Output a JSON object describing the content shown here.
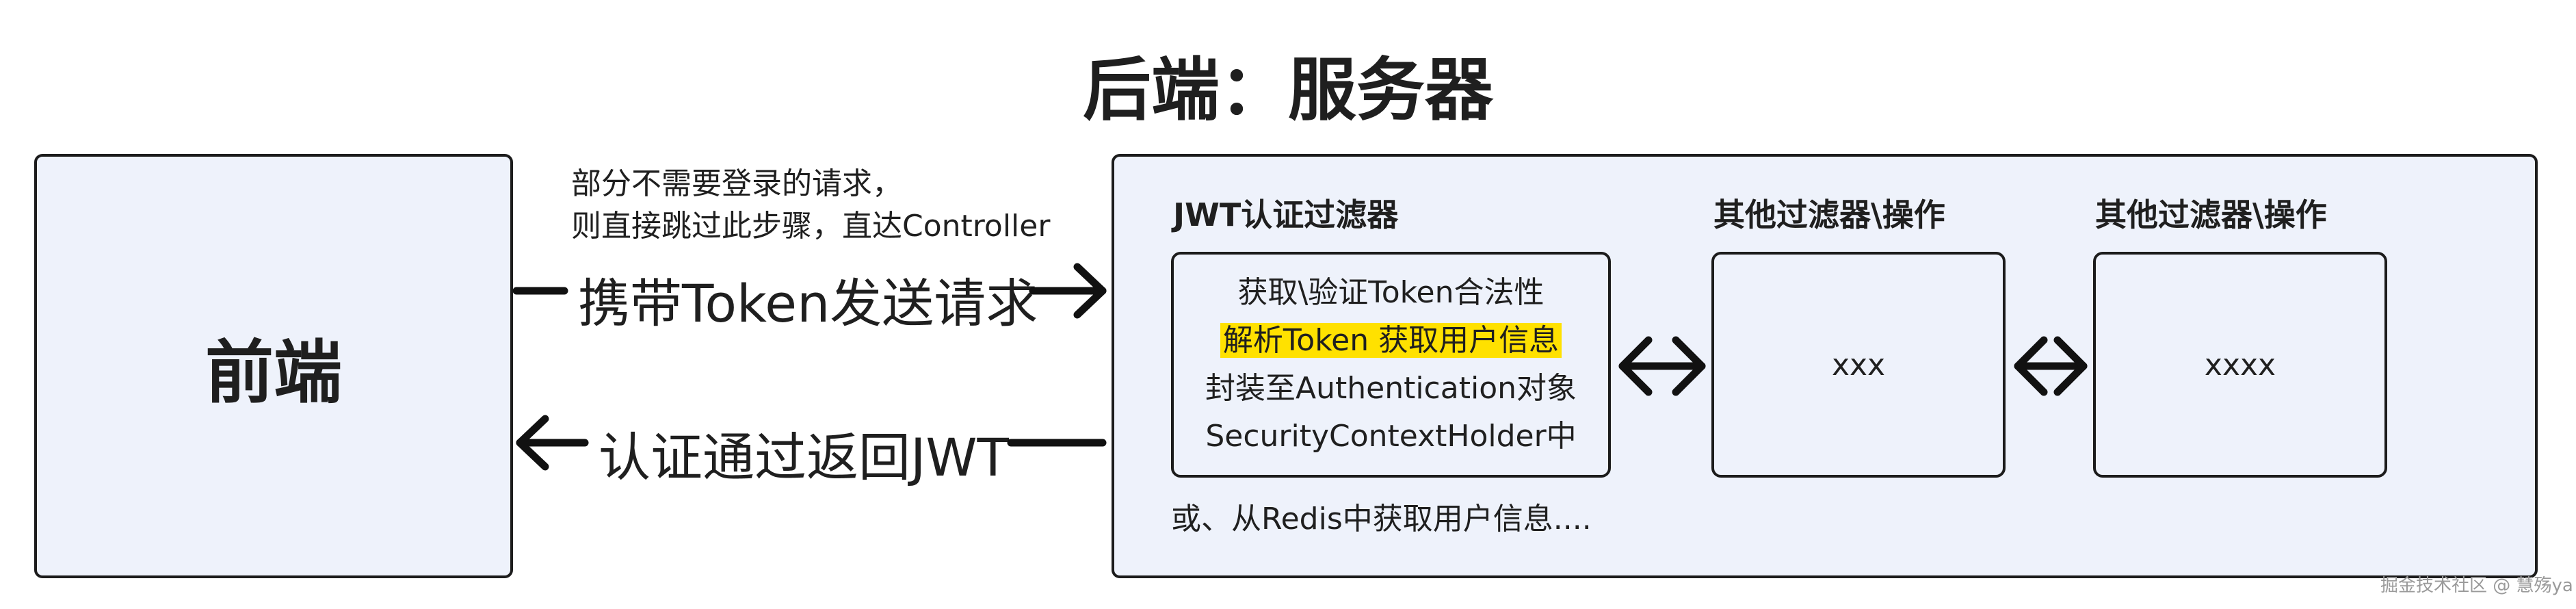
{
  "title": "后端：服务器",
  "frontend": {
    "label": "前端"
  },
  "note": {
    "line1": "部分不需要登录的请求，",
    "line2": "则直接跳过此步骤，直达Controller"
  },
  "arrows": {
    "request_label": "携带Token发送请求",
    "response_label": "认证通过返回JWT"
  },
  "jwt_filter": {
    "title": "JWT认证过滤器",
    "lines": [
      "获取\\验证Token合法性",
      "解析Token 获取用户信息",
      "封装至Authentication对象",
      "SecurityContextHolder中"
    ],
    "highlight_color": "#ffe100"
  },
  "filter2": {
    "title": "其他过滤器\\操作",
    "content": "xxx"
  },
  "filter3": {
    "title": "其他过滤器\\操作",
    "content": "xxxx"
  },
  "bottom_note": "或、从Redis中获取用户信息....",
  "watermark": "掘金技术社区 @ 慧殇ya",
  "colors": {
    "box_fill": "#eef2fb",
    "border": "#1c1c1c",
    "highlight": "#ffe100"
  }
}
